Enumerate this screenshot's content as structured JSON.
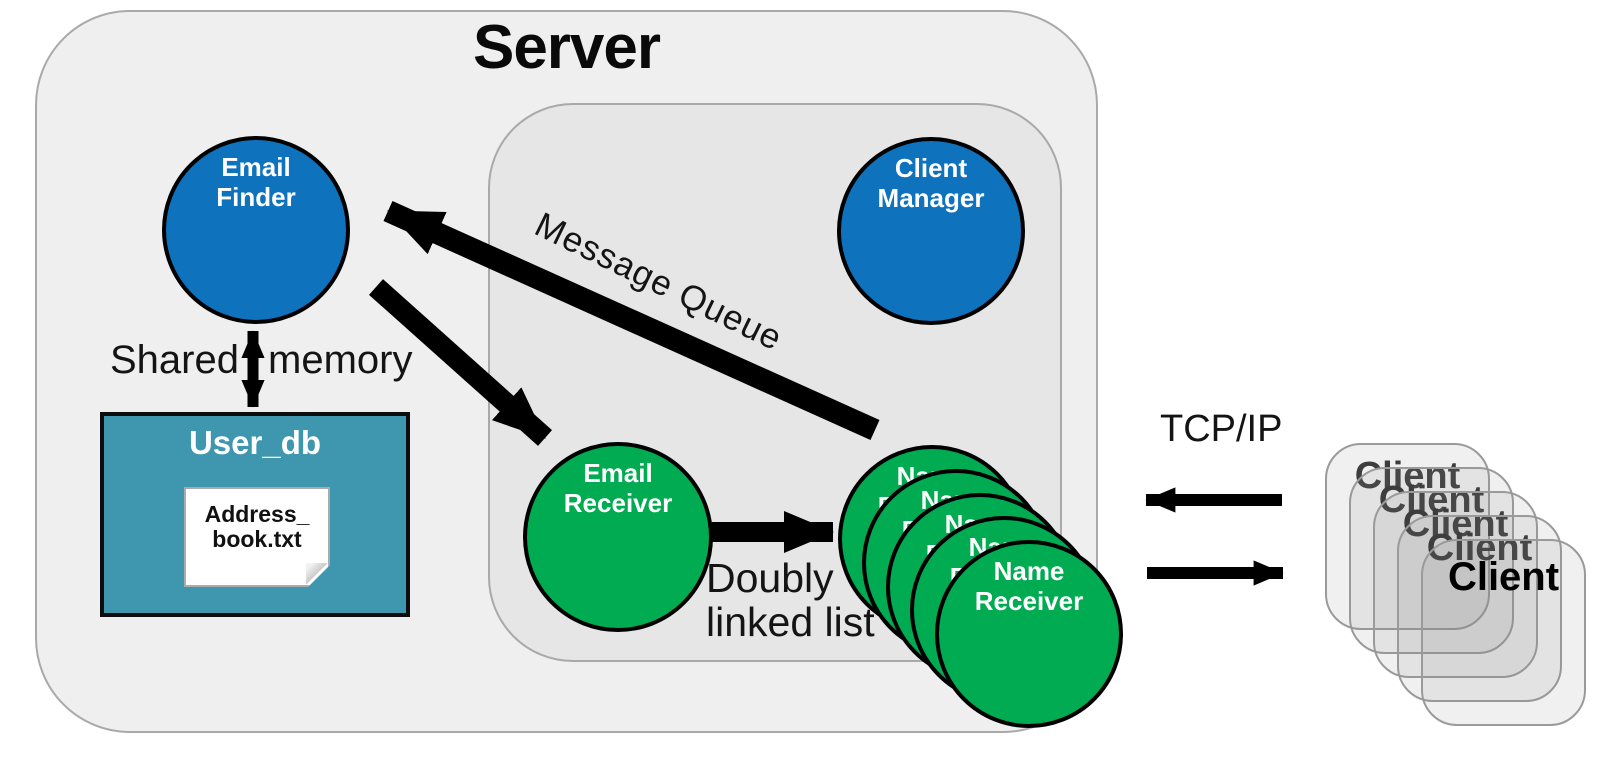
{
  "server": {
    "title": "Server"
  },
  "nodes": {
    "email_finder": {
      "line1": "Email",
      "line2": "Finder"
    },
    "client_manager": {
      "line1": "Client",
      "line2": "Manager"
    },
    "email_receiver": {
      "line1": "Email",
      "line2": "Receiver"
    },
    "name_receiver": {
      "line1": "Name",
      "line2": "Receiver",
      "count": 5
    }
  },
  "user_db": {
    "title": "User_db",
    "file": {
      "line1": "Address_",
      "line2": "book.txt"
    }
  },
  "labels": {
    "shared_memory_left": "Shared",
    "shared_memory_right": "memory",
    "message_queue": "Message Queue",
    "doubly_line1": "Doubly",
    "doubly_line2": "linked list",
    "tcp": "TCP/IP"
  },
  "clients": {
    "label": "Client",
    "count": 5
  },
  "colors": {
    "node_blue": "#0E72BD",
    "node_green": "#00AB51",
    "user_db_teal": "#3E97AE",
    "server_fill": "#EFEFEF",
    "queue_fill": "#E6E6E6",
    "box_border": "#A9A9A9",
    "arrow_black": "#000000"
  }
}
